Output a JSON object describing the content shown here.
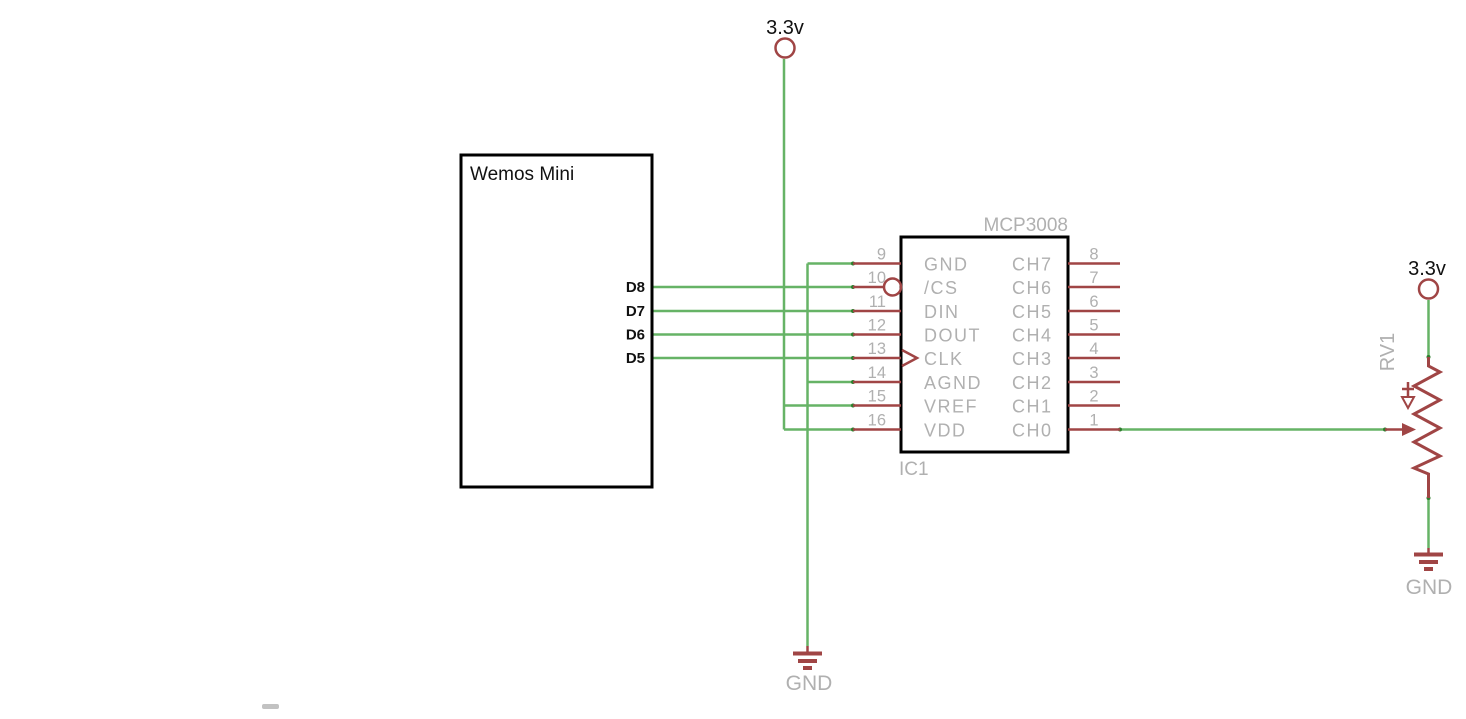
{
  "schematic": {
    "supplies": {
      "top": {
        "label": "3.3v"
      },
      "right": {
        "label": "3.3v"
      }
    },
    "grounds": {
      "bottom": {
        "label": "GND"
      },
      "right": {
        "label": "GND"
      }
    },
    "wemos": {
      "title": "Wemos Mini",
      "pins": [
        {
          "label": "D8"
        },
        {
          "label": "D7"
        },
        {
          "label": "D6"
        },
        {
          "label": "D5"
        }
      ]
    },
    "ic": {
      "part": "MCP3008",
      "designator": "IC1",
      "left_pins": [
        {
          "num": "9",
          "name": "GND"
        },
        {
          "num": "10",
          "name": "/CS"
        },
        {
          "num": "11",
          "name": "DIN"
        },
        {
          "num": "12",
          "name": "DOUT"
        },
        {
          "num": "13",
          "name": "CLK"
        },
        {
          "num": "14",
          "name": "AGND"
        },
        {
          "num": "15",
          "name": "VREF"
        },
        {
          "num": "16",
          "name": "VDD"
        }
      ],
      "right_pins": [
        {
          "num": "8",
          "name": "CH7"
        },
        {
          "num": "7",
          "name": "CH6"
        },
        {
          "num": "6",
          "name": "CH5"
        },
        {
          "num": "5",
          "name": "CH4"
        },
        {
          "num": "4",
          "name": "CH3"
        },
        {
          "num": "3",
          "name": "CH2"
        },
        {
          "num": "2",
          "name": "CH1"
        },
        {
          "num": "1",
          "name": "CH0"
        }
      ]
    },
    "potentiometer": {
      "designator": "RV1"
    },
    "colors": {
      "net": "#66b366",
      "symbol": "#a04545",
      "label": "#b0b0b0",
      "annotation": "#111111"
    }
  }
}
